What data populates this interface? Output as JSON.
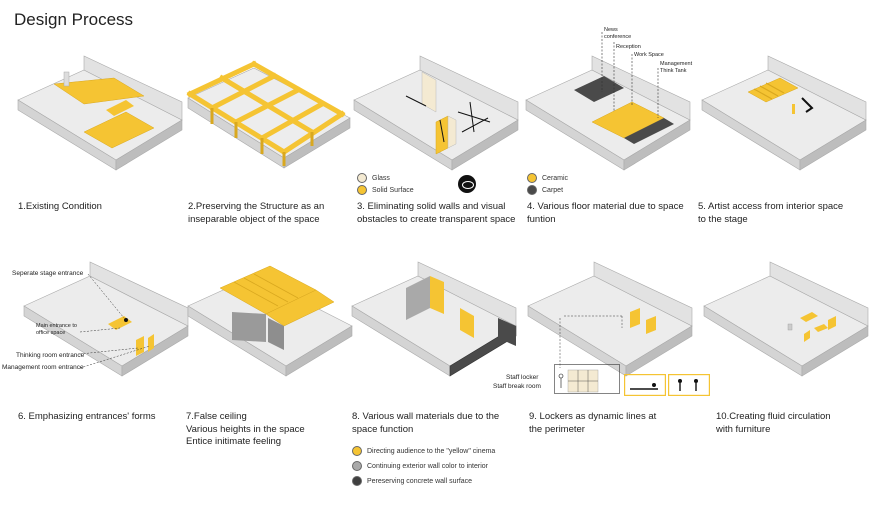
{
  "title": "Design Process",
  "colors": {
    "yellow": "#f5c433",
    "yellow_dark": "#d9a81f",
    "wall_light": "#e6e6e6",
    "wall_mid": "#cfcfcf",
    "wall_dark": "#a9a9a9",
    "carpet": "#4a4a4a",
    "glass": "#f4ead2"
  },
  "steps": [
    {
      "caption": "1.Existing Condition"
    },
    {
      "caption": "2.Preserving the Structure as an\ninseparable object of the space"
    },
    {
      "caption": "3. Eliminating solid walls and visual\nobstacles to create transparent space"
    },
    {
      "caption": "4. Various floor material due to space\nfuntion"
    },
    {
      "caption": "5. Artist access from interior space\nto the stage"
    },
    {
      "caption": "6. Emphasizing entrances' forms"
    },
    {
      "caption": "7.False ceiling\nVarious heights in the space\nEntice initimate feeling"
    },
    {
      "caption": "8. Various wall materials due to the\nspace function"
    },
    {
      "caption": "9. Lockers as dynamic lines at\nthe perimeter"
    },
    {
      "caption": "10.Creating fluid circulation\nwith furniture"
    }
  ],
  "legend3": [
    {
      "label": "Glass",
      "color": "#f4ead2"
    },
    {
      "label": "Solid Surface",
      "color": "#f5c433"
    }
  ],
  "legend4": [
    {
      "label": "Ceramic",
      "color": "#f5c433"
    },
    {
      "label": "Carpet",
      "color": "#4a4a4a"
    }
  ],
  "legend8": [
    {
      "label": "Directing audience to the \"yellow\" cinema",
      "color": "#f5c433"
    },
    {
      "label": "Continuing exterior wall color to interior",
      "color": "#a9a9a9"
    },
    {
      "label": "Pereserving concrete wall surface",
      "color": "#3f3f3f"
    }
  ],
  "labels4": [
    "News\nconference",
    "Reception",
    "Work Space",
    "Management\nThink Tank"
  ],
  "labels6": [
    "Seperate stage entrance",
    "Main entrance to\noffice space",
    "Thinking room entrance",
    "Management room entrance"
  ],
  "labels9": [
    "Staff locker",
    "Staff break room"
  ]
}
